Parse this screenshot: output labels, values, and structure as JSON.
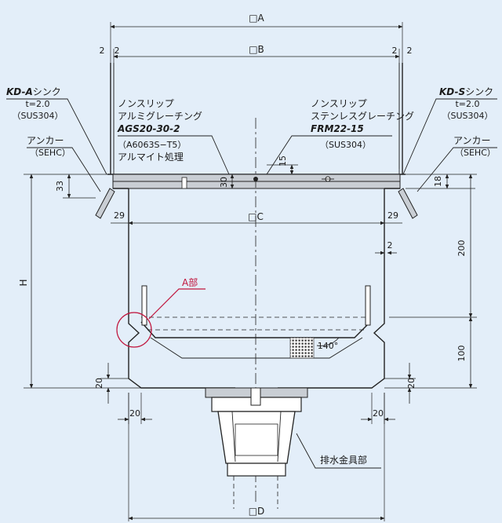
{
  "dimensions": {
    "square_a": "□A",
    "square_b": "□B",
    "square_c": "□C",
    "square_d": "□D",
    "height_h": "H",
    "gap_2": "2",
    "offset_29": "29",
    "offset_20": "20",
    "depth_33": "33",
    "depth_30": "30",
    "depth_15": "15",
    "depth_18": "18",
    "depth_200": "200",
    "depth_100": "100",
    "angle_140": "140°"
  },
  "labels": {
    "kd_a_model": "KD-A",
    "kd_a_suffix": "シンク",
    "kd_a_thickness": "t=2.0",
    "kd_a_material": "（SUS304）",
    "anchor_left": "アンカー",
    "anchor_left_material": "（SEHC）",
    "grating_al_line1": "ノンスリップ",
    "grating_al_line2": "アルミグレーチング",
    "grating_al_model": "AGS20-30-2",
    "grating_al_material": "（A6063S−T5）",
    "grating_al_finish": "アルマイト処理",
    "grating_ss_line1": "ノンスリップ",
    "grating_ss_line2": "ステンレスグレーチング",
    "grating_ss_model": "FRM22-15",
    "grating_ss_material": "（SUS304）",
    "kd_s_model": "KD-S",
    "kd_s_suffix": "シンク",
    "kd_s_thickness": "t=2.0",
    "kd_s_material": "（SUS304）",
    "anchor_right": "アンカー",
    "anchor_right_material": "（SEHC）",
    "detail_a": "A部",
    "drain_fitting": "排水金具部"
  }
}
